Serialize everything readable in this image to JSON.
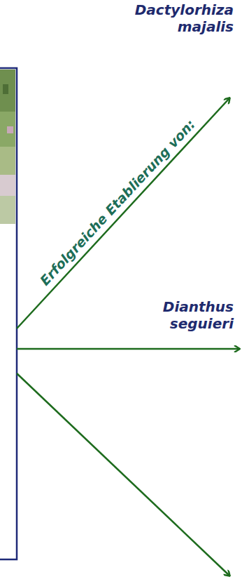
{
  "diagram": {
    "labels": [
      "Dactylorhiza majalis",
      "Erfolgreiche Etablierung von:",
      "Dianthus seguieri"
    ]
  }
}
